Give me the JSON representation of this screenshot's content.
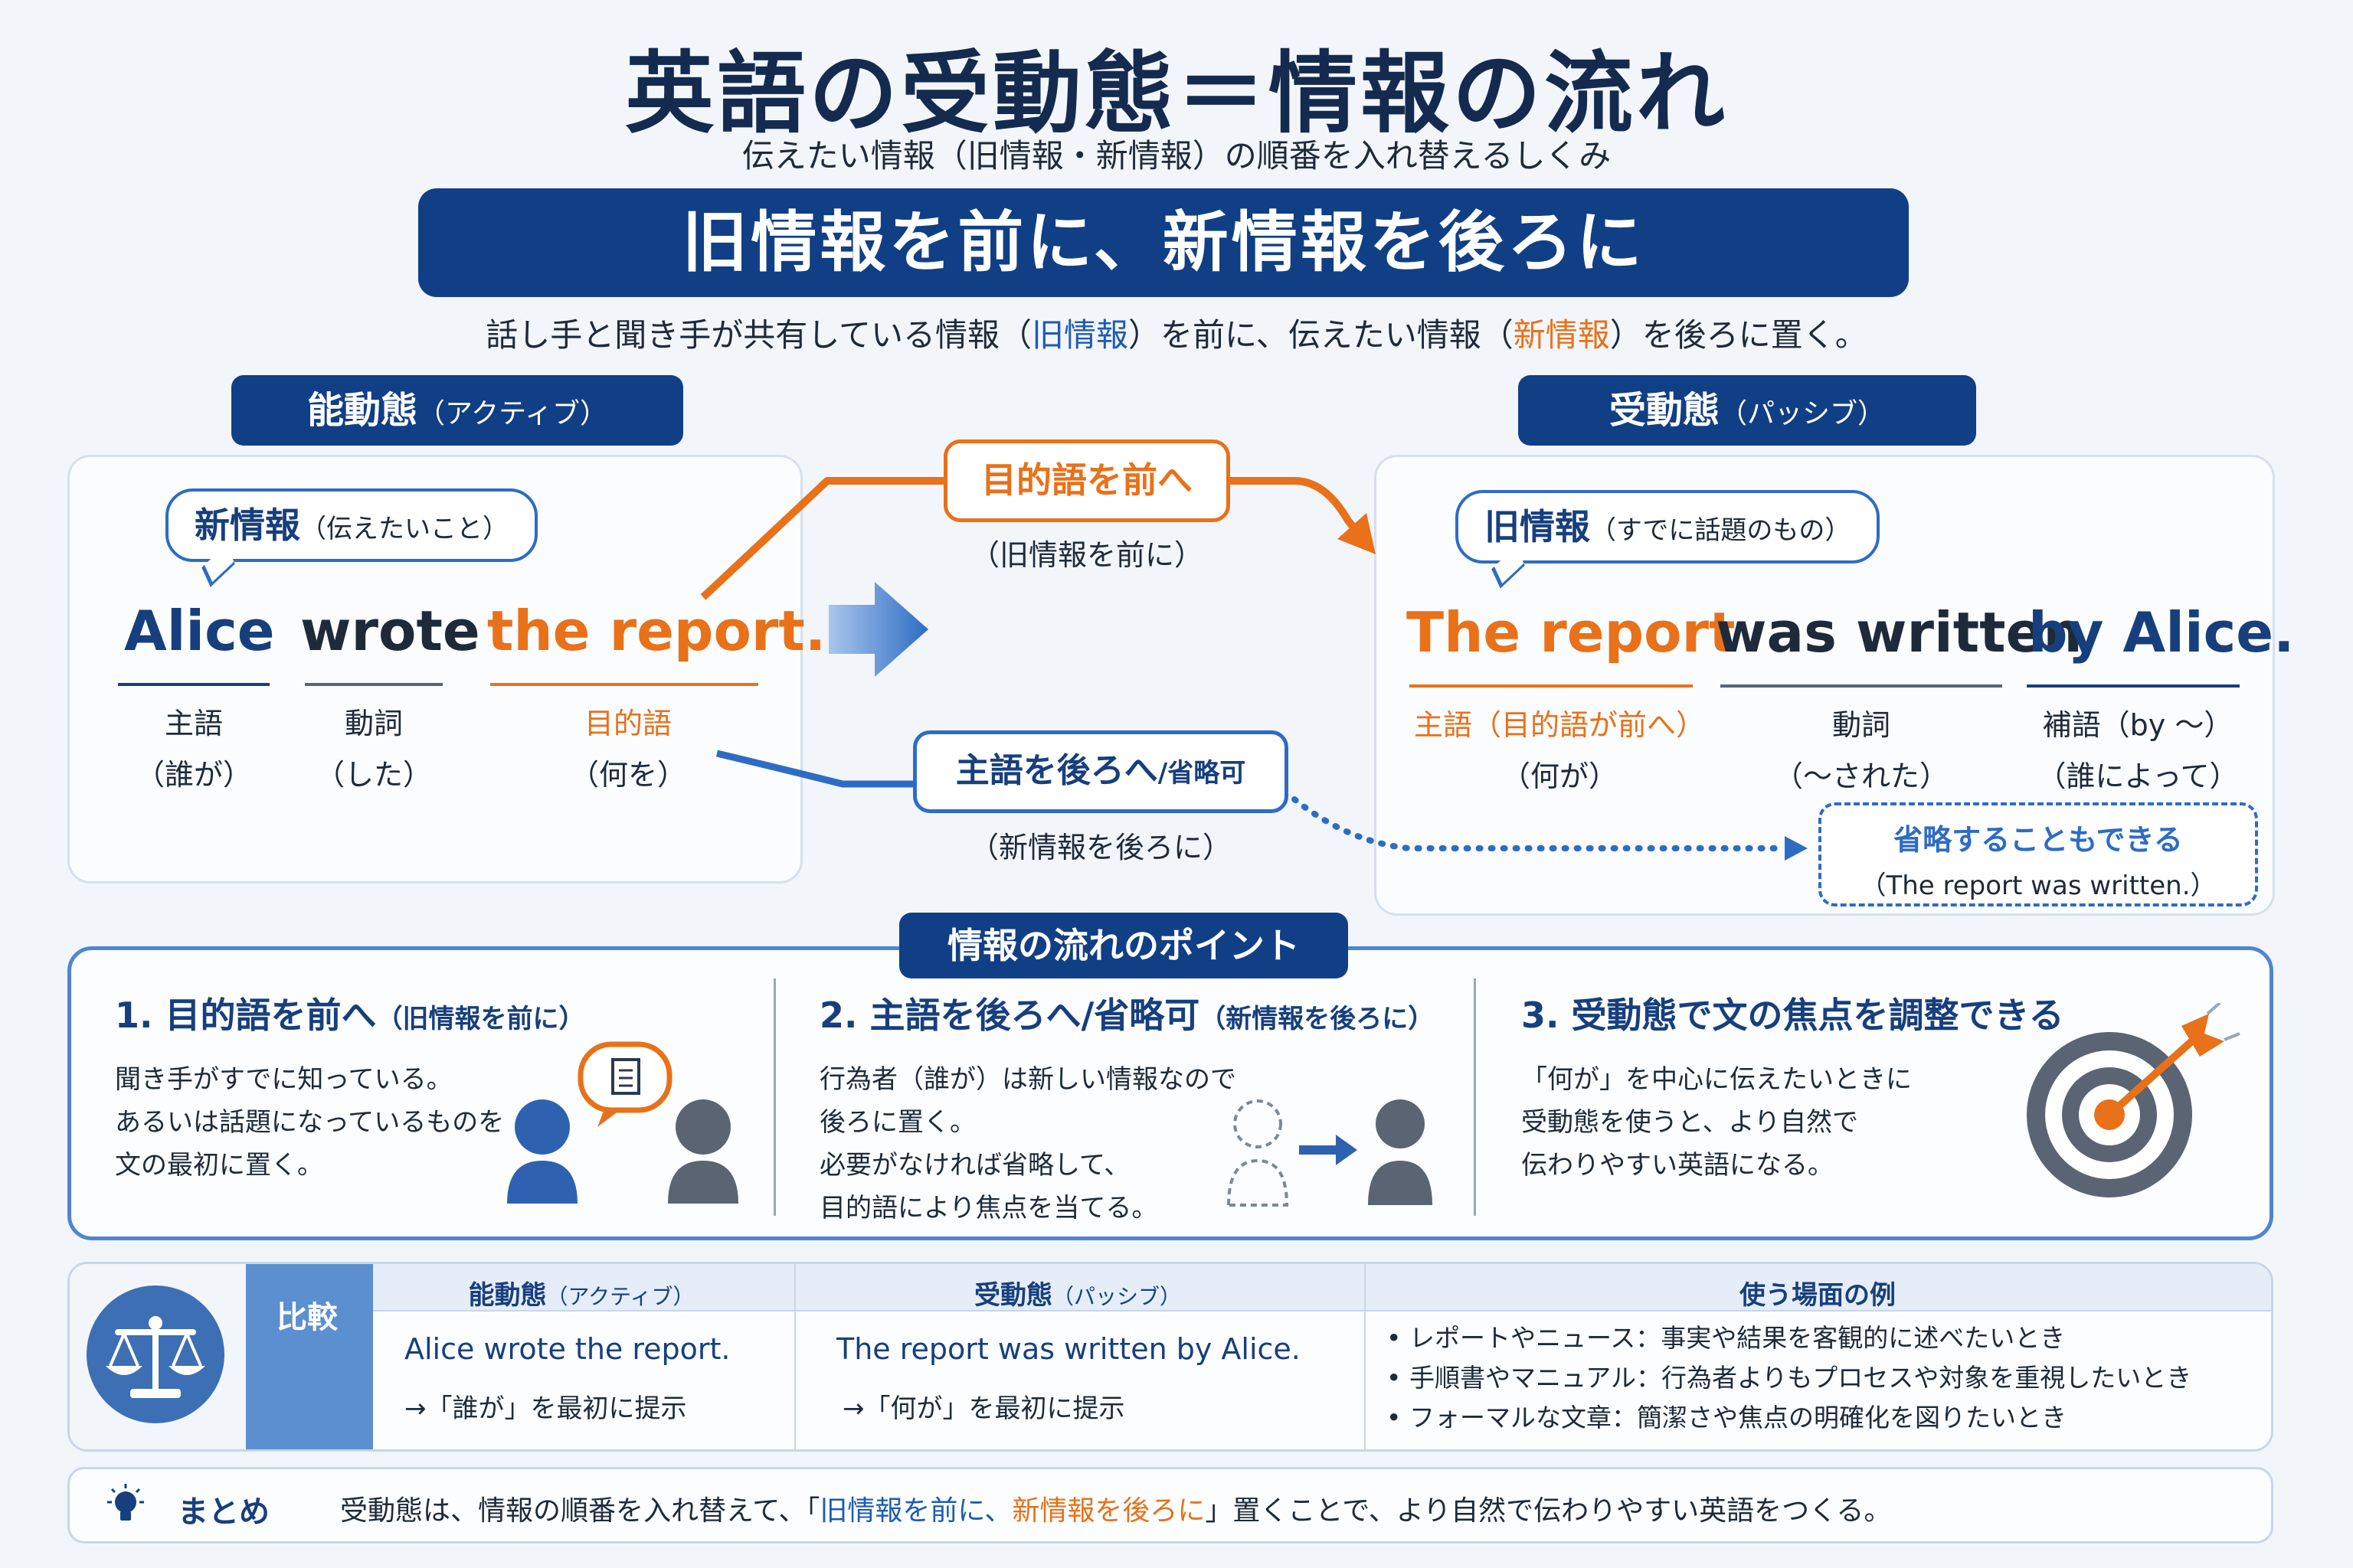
{
  "header": {
    "title": "英語の受動態＝情報の流れ",
    "subtitle": "伝えたい情報（旧情報・新情報）の順番を入れ替えるしくみ",
    "banner": "旧情報を前に、新情報を後ろに",
    "desc_part1": "話し手と聞き手が共有している情報（",
    "desc_old": "旧情報",
    "desc_part2": "）を前に、伝えたい情報（",
    "desc_new": "新情報",
    "desc_part3": "）を後ろに置く。"
  },
  "active": {
    "tab": "能動態",
    "tab_sub": "（アクティブ）",
    "bubble_main": "新情報",
    "bubble_sub": "（伝えたいこと）",
    "words": [
      "Alice",
      "wrote",
      "the report."
    ],
    "roles": [
      {
        "name": "主語",
        "sub": "（誰が）"
      },
      {
        "name": "動詞",
        "sub": "（した）"
      },
      {
        "name": "目的語",
        "sub": "（何を）"
      }
    ]
  },
  "passive": {
    "tab": "受動態",
    "tab_sub": "（パッシブ）",
    "bubble_main": "旧情報",
    "bubble_sub": "（すでに話題のもの）",
    "words": [
      "The report",
      "was written",
      "by Alice."
    ],
    "roles": [
      {
        "name": "主語（目的語が前へ）",
        "sub": "（何が）"
      },
      {
        "name": "動詞",
        "sub": "（〜された）"
      },
      {
        "name": "補語（by 〜）",
        "sub": "（誰によって）"
      }
    ],
    "omit_title": "省略することもできる",
    "omit_example": "（The report was written.）"
  },
  "flow": {
    "object_forward": "目的語を前へ",
    "object_forward_note": "（旧情報を前に）",
    "subject_back": "主語を後ろへ",
    "subject_back_suffix": "/省略可",
    "subject_back_note": "（新情報を後ろに）"
  },
  "points": {
    "tab": "情報の流れのポイント",
    "items": [
      {
        "title": "1. 目的語を前へ",
        "title_sub": "（旧情報を前に）",
        "lines": [
          "聞き手がすでに知っている。",
          "あるいは話題になっているものを",
          "文の最初に置く。"
        ]
      },
      {
        "title": "2. 主語を後ろへ/省略可",
        "title_sub": "（新情報を後ろに）",
        "lines": [
          "行為者（誰が）は新しい情報なので",
          "後ろに置く。",
          "必要がなければ省略して、",
          "目的語により焦点を当てる。"
        ]
      },
      {
        "title": "3. 受動態で文の焦点を調整できる",
        "title_sub": "",
        "lines": [
          "「何が」を中心に伝えたいときに",
          "受動態を使うと、より自然で",
          "伝わりやすい英語になる。"
        ]
      }
    ]
  },
  "compare": {
    "label": "比較",
    "active_head": "能動態",
    "active_head_sub": "（アクティブ）",
    "active_en": "Alice wrote the report.",
    "active_jp": "→「誰が」を最初に提示",
    "passive_head": "受動態",
    "passive_head_sub": "（パッシブ）",
    "passive_en": "The report was written by Alice.",
    "passive_jp": "→「何が」を最初に提示",
    "usage_head": "使う場面の例",
    "usage": [
      "• レポートやニュース：事実や結果を客観的に述べたいとき",
      "• 手順書やマニュアル：行為者よりもプロセスや対象を重視したいとき",
      "• フォーマルな文章：簡潔さや焦点の明確化を図りたいとき"
    ]
  },
  "summary": {
    "label": "まとめ",
    "text1": "受動態は、情報の順番を入れ替えて、「",
    "old": "旧情報を前に、",
    "new": "新情報を後ろに",
    "text2": "」置くことで、より自然で伝わりやすい英語をつくる。"
  },
  "colors": {
    "navy": "#113f86",
    "blue": "#2e6cc4",
    "orange": "#e8711a",
    "gray": "#5a6472"
  },
  "icons": [
    "arrow-right-icon",
    "speech-bubble-icon",
    "person-icon",
    "dashed-person-icon",
    "target-icon",
    "scales-icon",
    "lightbulb-icon"
  ]
}
